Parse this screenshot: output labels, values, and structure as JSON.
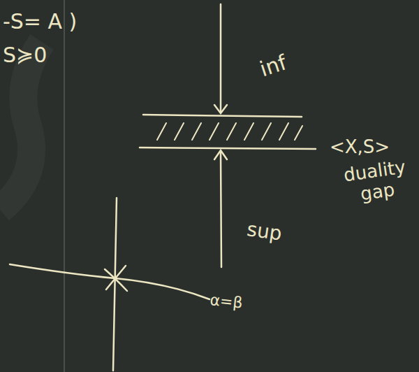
{
  "diagram": {
    "labels": [
      "-S= A )",
      "S≽0",
      "inf",
      "<X,S>",
      "duality gap",
      "sup",
      "α=β"
    ]
  }
}
